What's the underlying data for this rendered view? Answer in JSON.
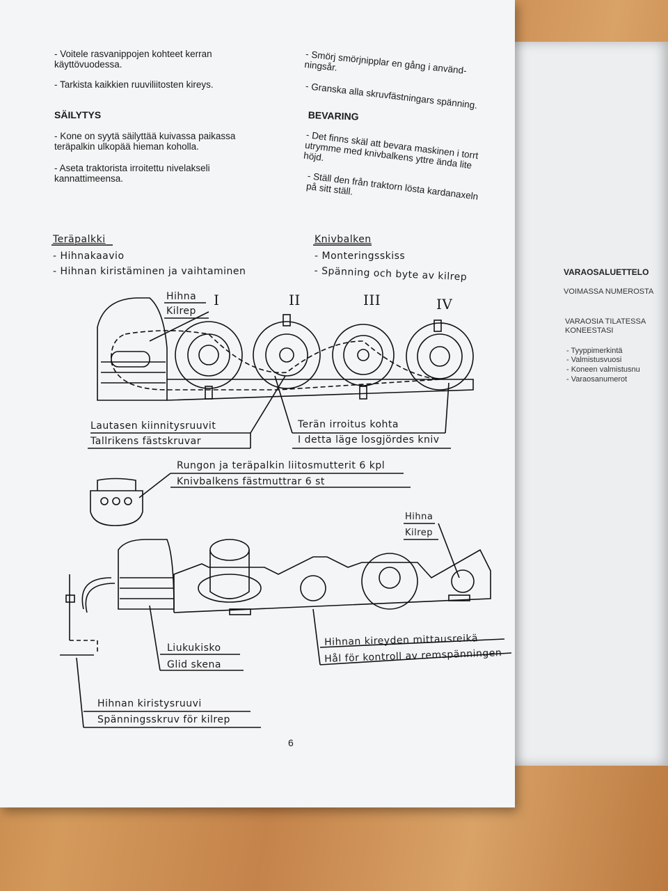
{
  "left_col": {
    "p1": "- Voitele rasvanippojen kohteet kerran\nkäyttövuodessa.",
    "p2": "- Tarkista kaikkien ruuviliitosten kireys.",
    "h1": "SÄILYTYS",
    "p3": "- Kone on syytä säilyttää kuivassa paikassa\nteräpalkin ulkopää hieman koholla.",
    "p4": "- Aseta traktorista irroitettu nivelakseli\nkannattimeensa."
  },
  "right_col": {
    "p1": "- Smörj smörjnipplar en gång i använd-\nningsår.",
    "p2": "- Granska alla skruvfästningars spänning.",
    "h1": "BEVARING",
    "p3": "- Det finns skäl att bevara maskinen i torrt\nutrymme med knivbalkens yttre ända lite\nhöjd.",
    "p4": "- Ställ den från traktorn lösta kardanaxeln\npå sitt ställ."
  },
  "diagram": {
    "left_title": "Teräpalkki",
    "left_items": [
      "- Hihnakaavio",
      "- Hihnan kiristäminen ja vaihtaminen"
    ],
    "right_title": "Knivbalken",
    "right_items": [
      "- Monteringsskiss",
      "- Spänning och byte av kilrep"
    ],
    "belt_fi": "Hihna",
    "belt_sv": "Kilrep",
    "roman": [
      "I",
      "II",
      "III",
      "IV"
    ],
    "disc_screws_fi": "Lautasen kiinnitysruuvit",
    "disc_screws_sv": "Tallrikens fästskruvar",
    "blade_release_fi": "Terän irroitus kohta",
    "blade_release_sv": "I detta läge losgjördes kniv",
    "nuts_fi": "Rungon ja teräpalkin liitosmutterit 6 kpl",
    "nuts_sv": "Knivbalkens fästmuttrar 6 st",
    "belt2_fi": "Hihna",
    "belt2_sv": "Kilrep",
    "rail_fi": "Liukukisko",
    "rail_sv": "Glid skena",
    "hole_fi": "Hihnan kireyden mittausreikä",
    "hole_sv": "Hål för kontroll av remspänningen",
    "screw_fi": "Hihnan kiristysruuvi",
    "screw_sv": "Spänningsskruv för kilrep"
  },
  "page_number": "6",
  "right_page": {
    "title": "VARAOSALUETTELO",
    "sub": "VOIMASSA NUMEROSTA",
    "order": "VARAOSIA TILATESSA\nKONEESTASI",
    "list": [
      "- Tyyppimerkintä",
      "- Valmistusvuosi",
      "- Koneen valmistusnu",
      "- Varaosanumerot"
    ]
  }
}
